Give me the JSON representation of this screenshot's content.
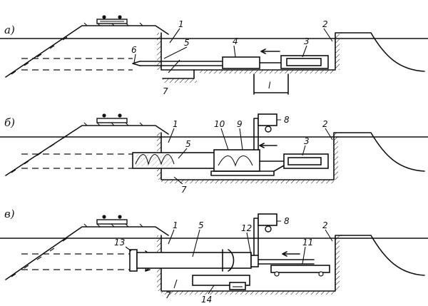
{
  "panels": [
    {
      "label": "а)",
      "callouts": [
        "1",
        "2",
        "3",
        "4",
        "5",
        "6",
        "7"
      ],
      "dim_label": "l"
    },
    {
      "label": "б)",
      "callouts": [
        "1",
        "2",
        "3",
        "5",
        "7",
        "8",
        "9",
        "10"
      ]
    },
    {
      "label": "в)",
      "callouts": [
        "1",
        "2",
        "5",
        "7",
        "8",
        "11",
        "12",
        "13",
        "14"
      ]
    }
  ]
}
